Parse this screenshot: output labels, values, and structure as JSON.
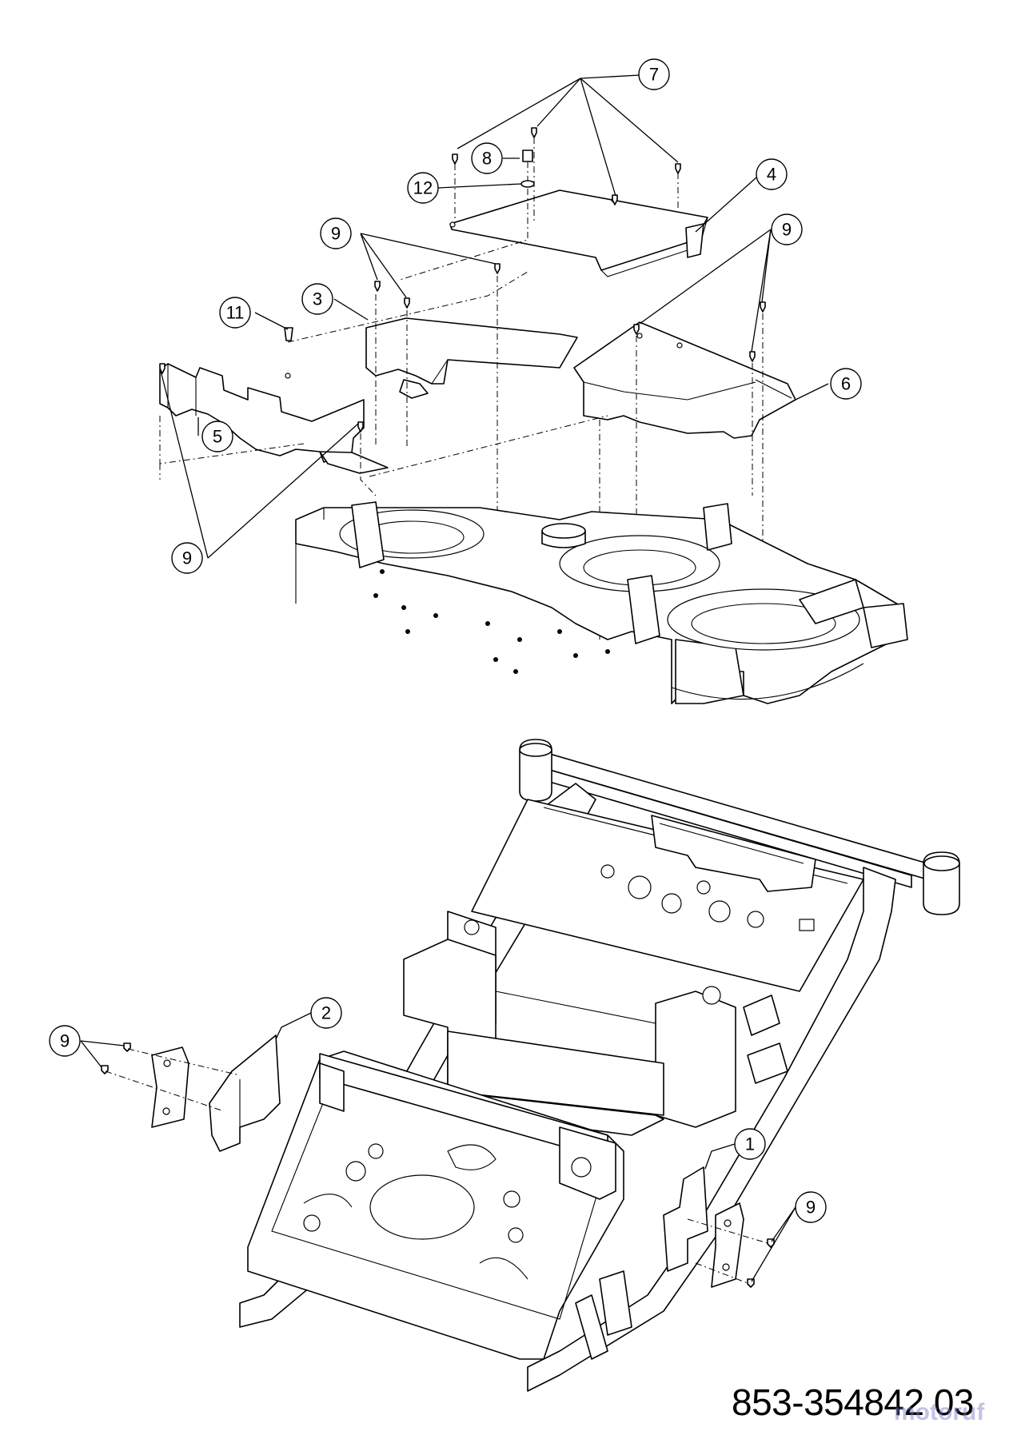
{
  "callouts": [
    "7",
    "8",
    "12",
    "4",
    "9",
    "9",
    "11",
    "3",
    "5",
    "6",
    "9",
    "9",
    "2",
    "1",
    "9"
  ],
  "part_number": "853-354842 03",
  "watermark": "motoruf"
}
